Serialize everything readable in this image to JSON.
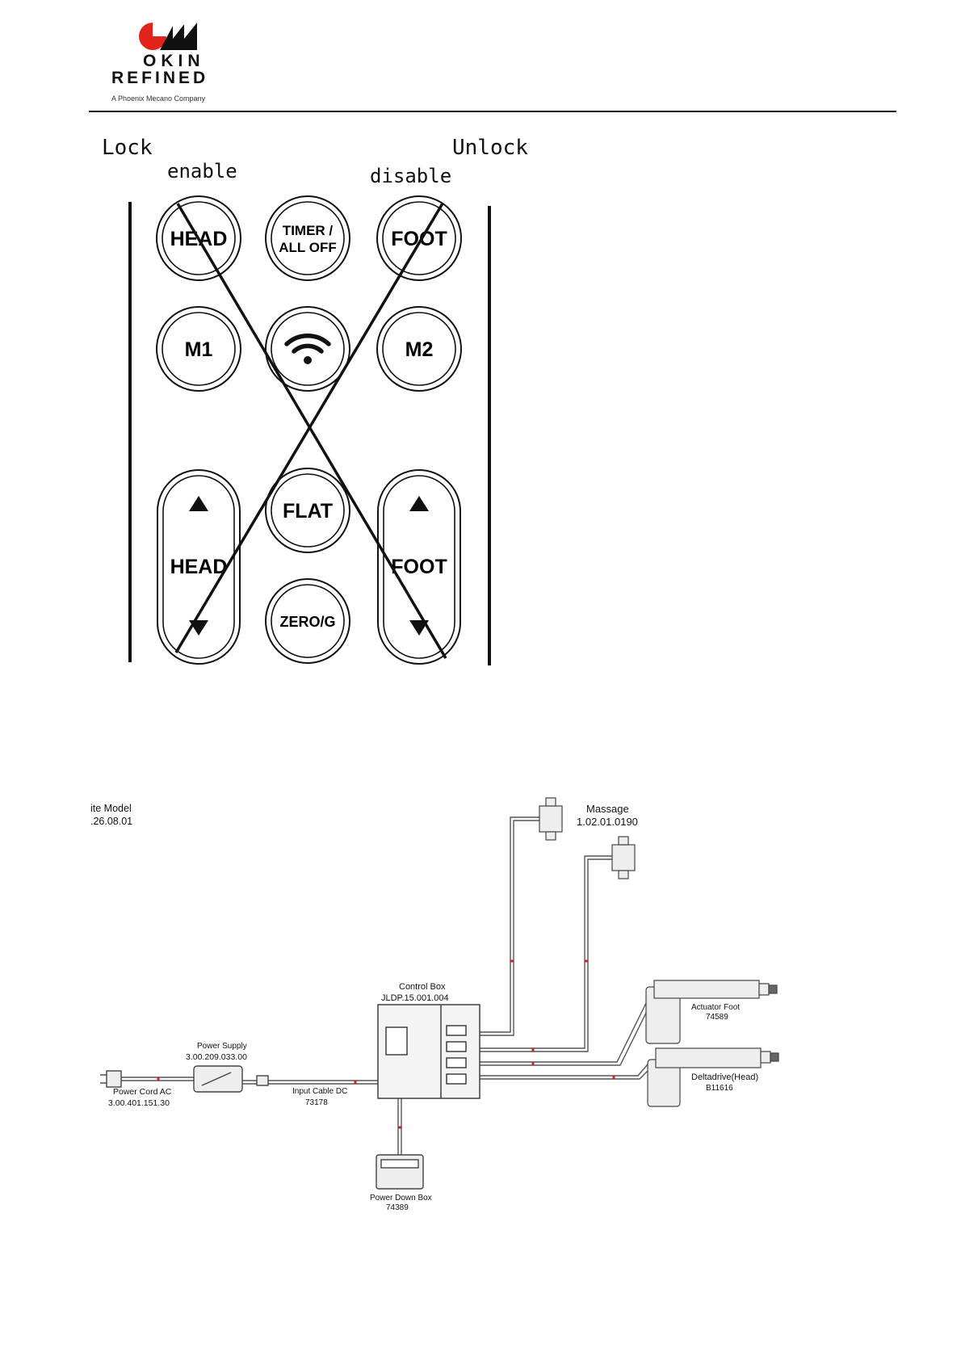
{
  "logo": {
    "line1": "OKIN",
    "line2": "REFINED",
    "tagline": "A Phoenix Mecano Company"
  },
  "remote_labels": {
    "lock": "Lock",
    "enable": "enable",
    "unlock": "Unlock",
    "disable": "disable"
  },
  "remote_buttons": {
    "head_top": "HEAD",
    "timer_line1": "TIMER /",
    "timer_line2": "ALL OFF",
    "foot_top": "FOOT",
    "m1": "M1",
    "wifi": "wifi-icon",
    "m2": "M2",
    "head_rocker": "HEAD",
    "flat": "FLAT",
    "foot_rocker": "FOOT",
    "zerog": "ZERO/G"
  },
  "wiring": {
    "remote_model_label": "ite Model",
    "remote_model_number": ".26.08.01",
    "massage_label": "Massage",
    "massage_number": "1.02.01.0190",
    "control_box_label": "Control Box",
    "control_box_number": "JLDP.15.001.004",
    "actuator_foot_label": "Actuator Foot",
    "actuator_foot_number": "74589",
    "deltadrive_label": "Deltadrive(Head)",
    "deltadrive_number": "B11616",
    "power_supply_label": "Power Supply",
    "power_supply_number": "3.00.209.033.00",
    "power_cord_label": "Power Cord AC",
    "power_cord_number": "3.00.401.151.30",
    "input_cable_label": "Input Cable DC",
    "input_cable_number": "73178",
    "power_down_label": "Power Down Box",
    "power_down_number": "74389"
  },
  "colors": {
    "logo_red": "#e2231a",
    "ink": "#111111",
    "cable_red": "#cc2222"
  }
}
